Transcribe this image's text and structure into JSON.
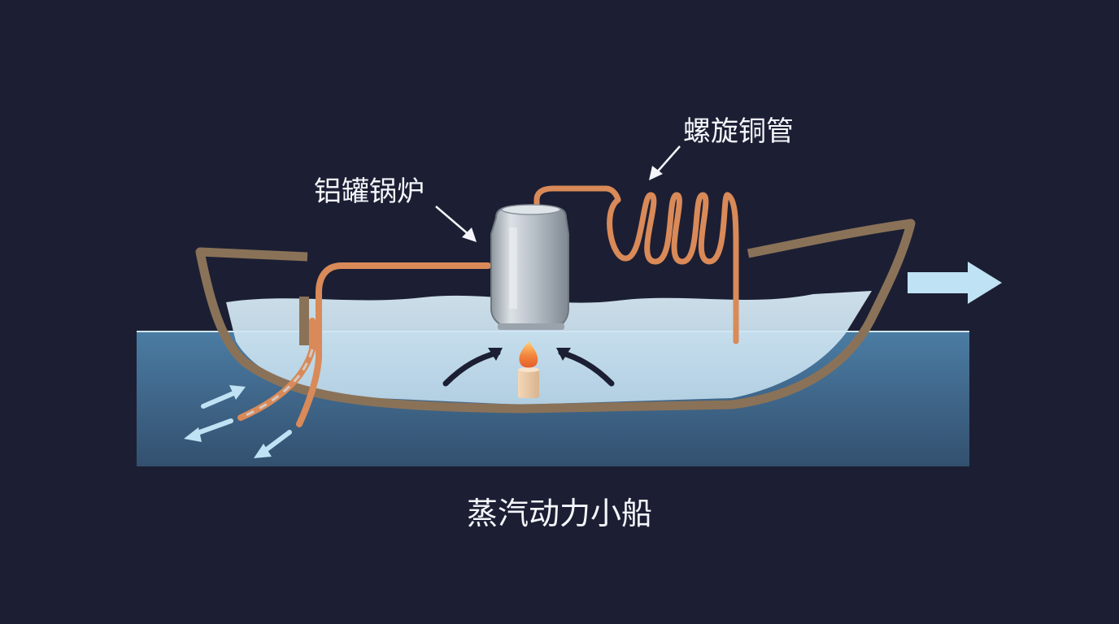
{
  "labels": {
    "boiler": "铝罐锅炉",
    "coil": "螺旋铜管"
  },
  "caption": "蒸汽动力小船",
  "colors": {
    "background": "#1c1f33",
    "water": "#3d6f97",
    "boat_water": "#cfe6f3",
    "hull": "#8a7258",
    "copper": "#d98a58",
    "can": "#b7bec6",
    "arrow": "#bfe2f4",
    "flame": "#f1843b",
    "text": "#f4f6fb"
  },
  "icons": {
    "flame": "flame-icon",
    "thrust": "thrust-arrow-icon",
    "heat": "heat-arrow-icon",
    "flow": "water-flow-arrow-icon"
  }
}
